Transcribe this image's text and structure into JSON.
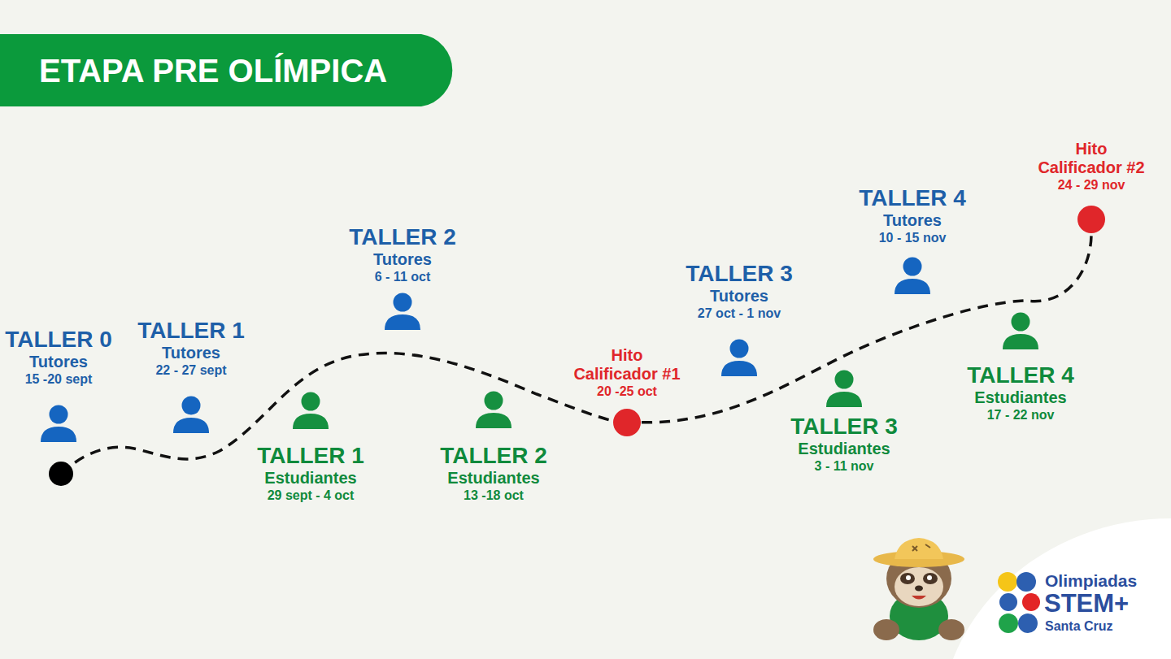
{
  "diagram": {
    "title": "ETAPA PRE OLÍMPICA",
    "nodes": [
      {
        "text": [
          "TALLER 0",
          "Tutores",
          "15 -20 sept"
        ]
      },
      {
        "text": [
          "TALLER 1",
          "Tutores",
          "22 - 27 sept"
        ]
      },
      {
        "text": [
          "TALLER 1",
          "Estudiantes",
          "29 sept - 4 oct"
        ]
      },
      {
        "text": [
          "TALLER 2",
          "Tutores",
          "6 - 11 oct"
        ]
      },
      {
        "text": [
          "TALLER 2",
          "Estudiantes",
          "13 -18 oct"
        ]
      },
      {
        "text": [
          "Hito Calificador #1",
          "20 -25 oct"
        ]
      },
      {
        "text": [
          "TALLER 3",
          "Tutores",
          "27 oct - 1 nov"
        ]
      },
      {
        "text": [
          "TALLER 3",
          "Estudiantes",
          "3 - 11 nov"
        ]
      },
      {
        "text": [
          "TALLER 4",
          "Tutores",
          "10 - 15 nov"
        ]
      },
      {
        "text": [
          "TALLER 4",
          "Estudiantes",
          "17 - 22 nov"
        ]
      },
      {
        "text": [
          "Hito Calificador #2",
          "24 - 29 nov"
        ]
      }
    ],
    "edges": [
      {
        "from": 5,
        "to": 10,
        "arrow": "none"
      }
    ],
    "labels": [
      "Olimpiadas",
      "STEM+",
      "Santa Cruz"
    ]
  }
}
